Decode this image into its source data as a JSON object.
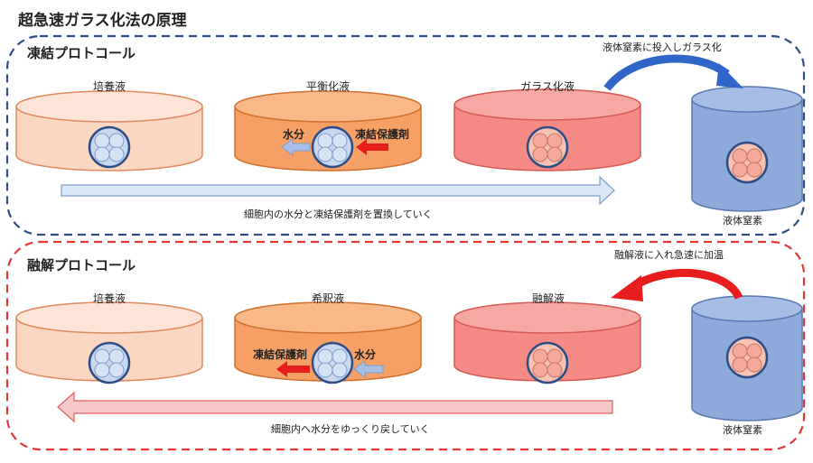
{
  "title": "超急速ガラス化法の原理",
  "freezing": {
    "heading": "凍結プロトコール",
    "dish1": "培養液",
    "dish2": "平衡化液",
    "dish3": "ガラス化液",
    "tank": "液体窒素",
    "water_label": "水分",
    "cryo_label": "凍結保護剤",
    "transfer": "液体窒素に投入しガラス化",
    "arrow_caption": "細胞内の水分と凍結保護剤を置換していく"
  },
  "thawing": {
    "heading": "融解プロトコール",
    "dish1": "培養液",
    "dish2": "希釈液",
    "dish3": "融解液",
    "tank": "液体窒素",
    "water_label": "水分",
    "cryo_label": "凍結保護剤",
    "transfer": "融解液に入れ急速に加温",
    "arrow_caption": "細胞内へ水分をゆっくり戻していく"
  },
  "colors": {
    "freeze_border": "#2f4e86",
    "thaw_border": "#e53535",
    "dish_light": "#fbd6c1",
    "dish_orange": "#f7a066",
    "dish_red": "#f58a84",
    "tank": "#8eaadb",
    "arrow_blue_fill": "#dbe6f6",
    "arrow_pink_fill": "#f6c9c9"
  }
}
